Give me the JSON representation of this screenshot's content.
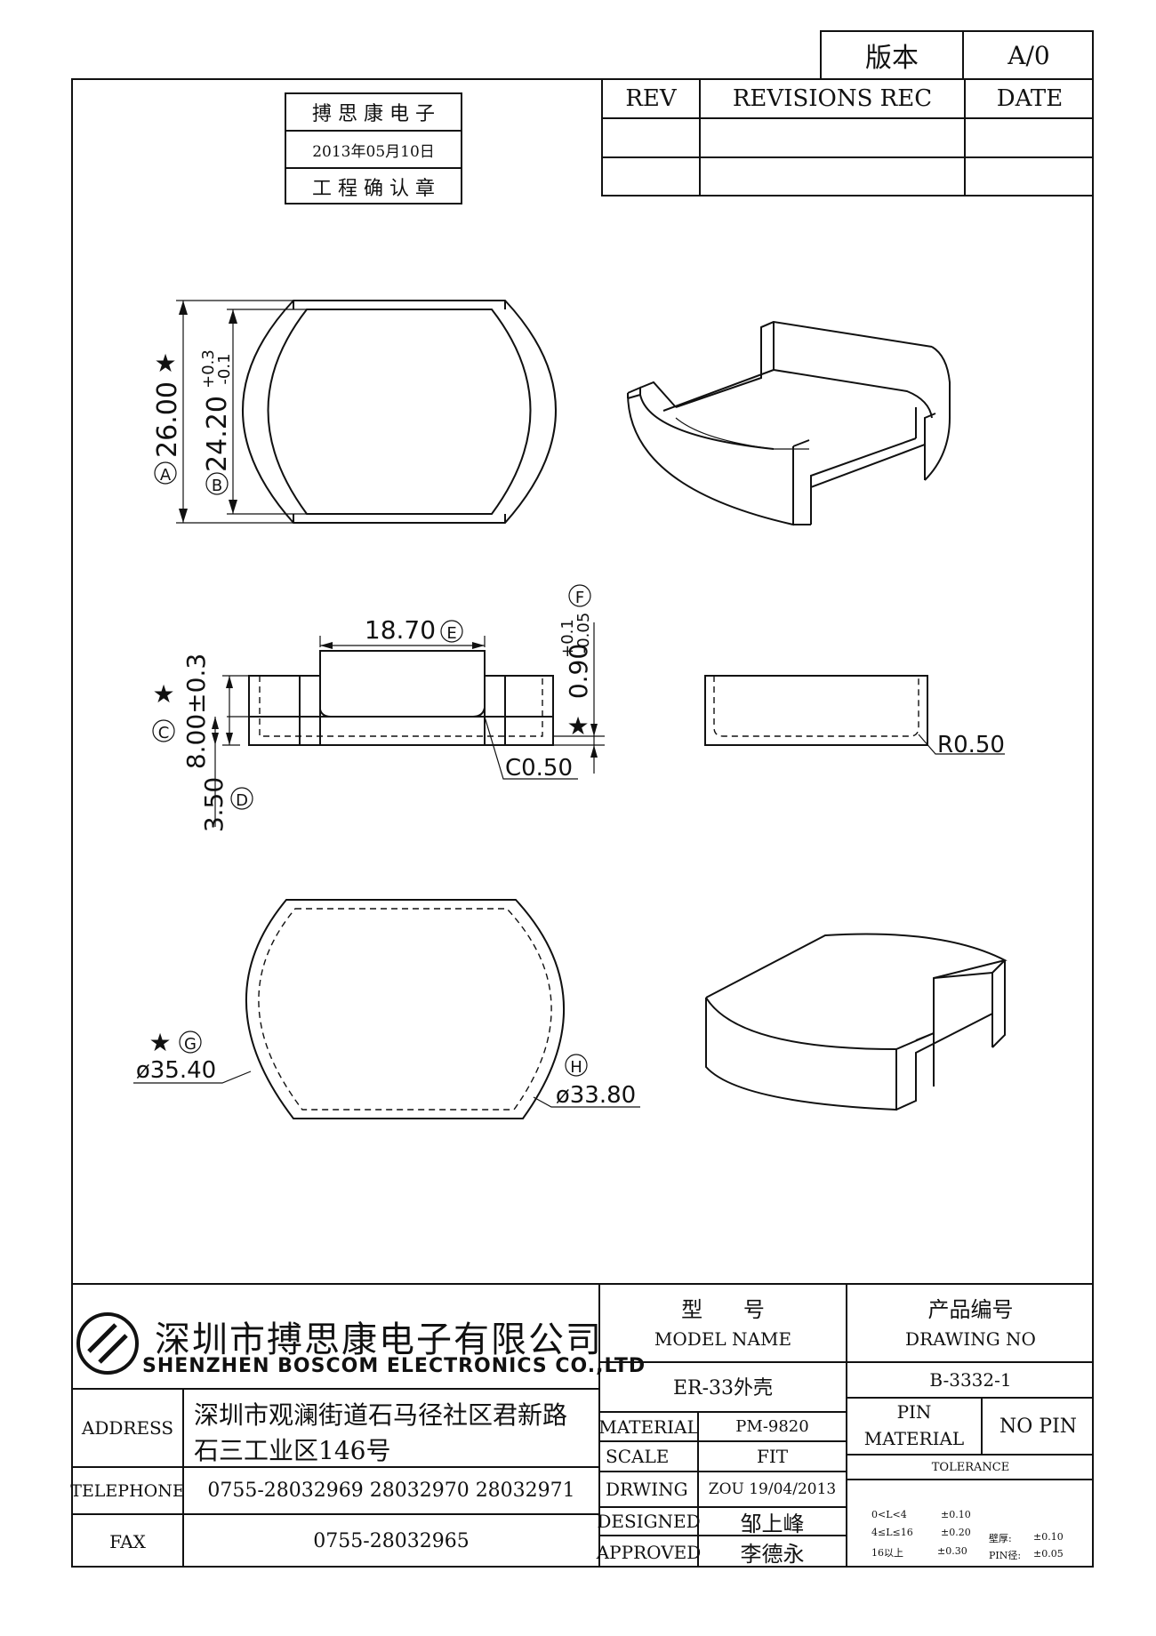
{
  "version_box": {
    "label": "版本",
    "value": "A/0"
  },
  "revisions": {
    "col_rev": "REV",
    "col_rec": "REVISIONS REC",
    "col_date": "DATE"
  },
  "stamp": {
    "company": "搏 思 康 电 子",
    "date": "2013年05月10日",
    "confirm": "工 程 确 认 章"
  },
  "dims": {
    "a_mark": "A",
    "a_value": "26.00",
    "star": "★",
    "b_mark": "B",
    "b_value": "24.20",
    "b_tol_plus": "+0.3",
    "b_tol_minus": "-0.1",
    "c_mark": "C",
    "c_value": "8.00±0.3",
    "d_mark": "D",
    "d_value": "3.50",
    "e_mark": "E",
    "e_value": "18.70",
    "f_mark": "F",
    "f_value": "0.90",
    "f_tol_plus": "+0.1",
    "f_tol_minus": "-0.05",
    "chamfer": "C0.50",
    "radius": "R0.50",
    "g_mark": "G",
    "g_value": "ø35.40",
    "h_mark": "H",
    "h_value": "ø33.80"
  },
  "title_block": {
    "company_cn": "深圳市搏思康电子有限公司",
    "company_en": "SHENZHEN BOSCOM ELECTRONICS CO.,LTD",
    "address_label": "ADDRESS",
    "address_line1": "深圳市观澜街道石马径社区君新路",
    "address_line2": "石三工业区146号",
    "telephone_label": "TELEPHONE",
    "telephone_value": "0755-28032969 28032970 28032971",
    "fax_label": "FAX",
    "fax_value": "0755-28032965",
    "model_cn": "型      号",
    "model_en": "MODEL NAME",
    "model_value": "ER-33外壳",
    "drawing_cn": "产品编号",
    "drawing_en": "DRAWING NO",
    "drawing_value": "B-3332-1",
    "material_label": "MATERIAL",
    "material_value": "PM-9820",
    "scale_label": "SCALE",
    "scale_value": "FIT",
    "drwing_label": "DRWING",
    "drwing_value": "ZOU 19/04/2013",
    "designed_label": "DESIGNED",
    "designed_value": "邹上峰",
    "approved_label": "APPROVED",
    "approved_value": "李德永",
    "pin_label": "PIN",
    "pin_material_label": "MATERIAL",
    "pin_value": "NO PIN",
    "tolerance_label": "TOLERANCE",
    "tol_r1": "0<L<4",
    "tol_v1": "±0.10",
    "tol_r2": "4≤L≤16",
    "tol_v2": "±0.20",
    "tol_r3": "16以上",
    "tol_v3": "±0.30",
    "wall_label": "壁厚:",
    "wall_value": "±0.10",
    "pin_dia_label": "PIN径:",
    "pin_dia_value": "±0.05"
  }
}
